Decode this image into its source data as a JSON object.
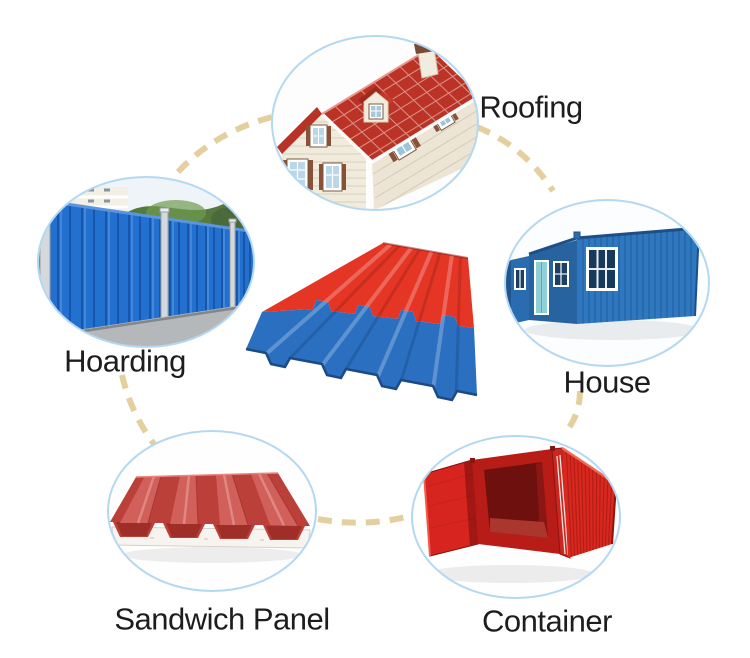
{
  "diagram": {
    "type": "product-application-diagram",
    "center": {
      "image": "red-blue-corrugated-roofing-sheet",
      "red_color": "#e53524",
      "blue_color": "#2a6fc0"
    },
    "style": {
      "background": "#ffffff",
      "connector_color": "#e4cf9f",
      "connector_style": "dashed-arc",
      "circle_border_color": "#b3d9f2",
      "label_color": "#1d1d1d"
    }
  },
  "nodes": [
    {
      "id": "roofing",
      "label": "Roofing",
      "image": "house-with-red-tile-roof-photo"
    },
    {
      "id": "house",
      "label": "House",
      "image": "blue-container-house-photo"
    },
    {
      "id": "container",
      "label": "Container",
      "image": "red-shipping-container-open-doors-photo"
    },
    {
      "id": "sandwich-panel",
      "label": "Sandwich Panel",
      "image": "red-eps-sandwich-panel-photo"
    },
    {
      "id": "hoarding",
      "label": "Hoarding",
      "image": "blue-corrugated-hoarding-fence-photo"
    }
  ]
}
